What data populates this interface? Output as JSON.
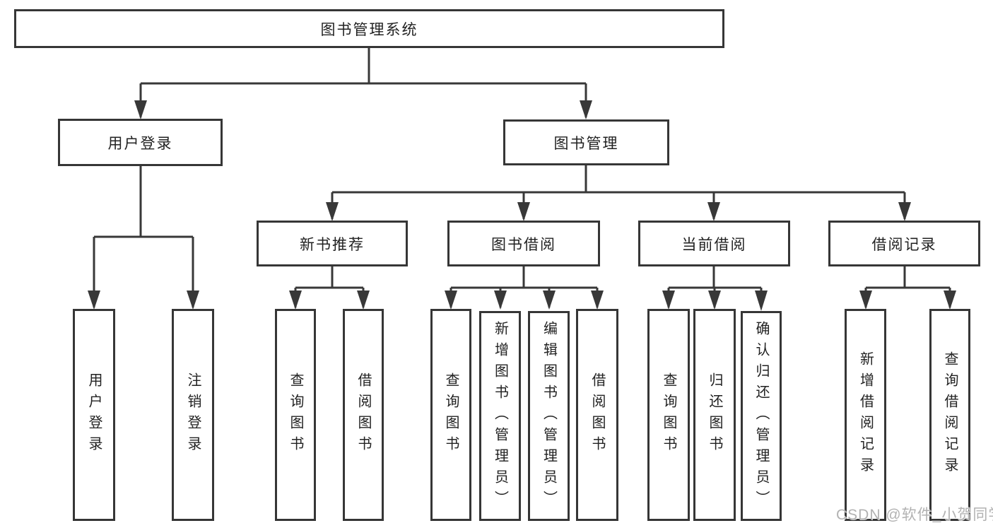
{
  "nodes": {
    "root": "图书管理系统",
    "level2": {
      "user_login": "用户登录",
      "book_mgmt": "图书管理"
    },
    "level3": {
      "new_book_rec": "新书推荐",
      "book_borrow": "图书借阅",
      "current_borrow": "当前借阅",
      "borrow_records": "借阅记录"
    },
    "leaves": {
      "login": [
        "用户登录",
        "注销登录"
      ],
      "recommend": [
        "查询图书",
        "借阅图书"
      ],
      "borrow": [
        "查询图书",
        "新增图书（管理员）",
        "编辑图书（管理员）",
        "借阅图书"
      ],
      "current": [
        "查询图书",
        "归还图书",
        "确认归还（管理员）"
      ],
      "records": [
        "新增借阅记录",
        "查询借阅记录"
      ]
    }
  },
  "watermark": {
    "text": "CSDN @软件_小贺同学"
  },
  "colors": {
    "line": "#383838",
    "border": "#363636",
    "text": "#222222",
    "background": "#ffffff",
    "watermark": "#b2b2b2"
  }
}
